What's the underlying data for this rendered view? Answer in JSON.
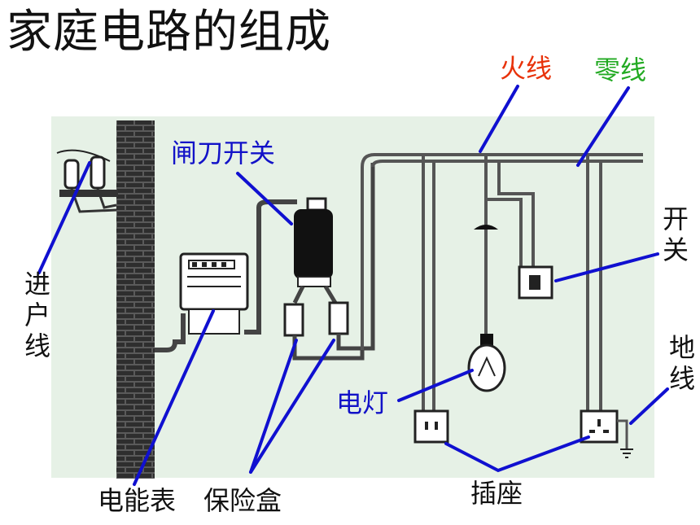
{
  "title": "家庭电路的组成",
  "labels": {
    "huoxian": "火线",
    "lingxian": "零线",
    "zhadao": "闸刀开关",
    "kaiguan": "开关",
    "jinhuxian": "进户线",
    "dixian": "地线",
    "diandeng": "电灯",
    "diannengbiao": "电能表",
    "baoxianhe": "保险盒",
    "chazuo": "插座"
  },
  "colors": {
    "pointer": "#1010d0",
    "fire_wire_label": "#e8320a",
    "neutral_wire_label": "#22aa22",
    "panel_background": "#e6f1e6"
  }
}
